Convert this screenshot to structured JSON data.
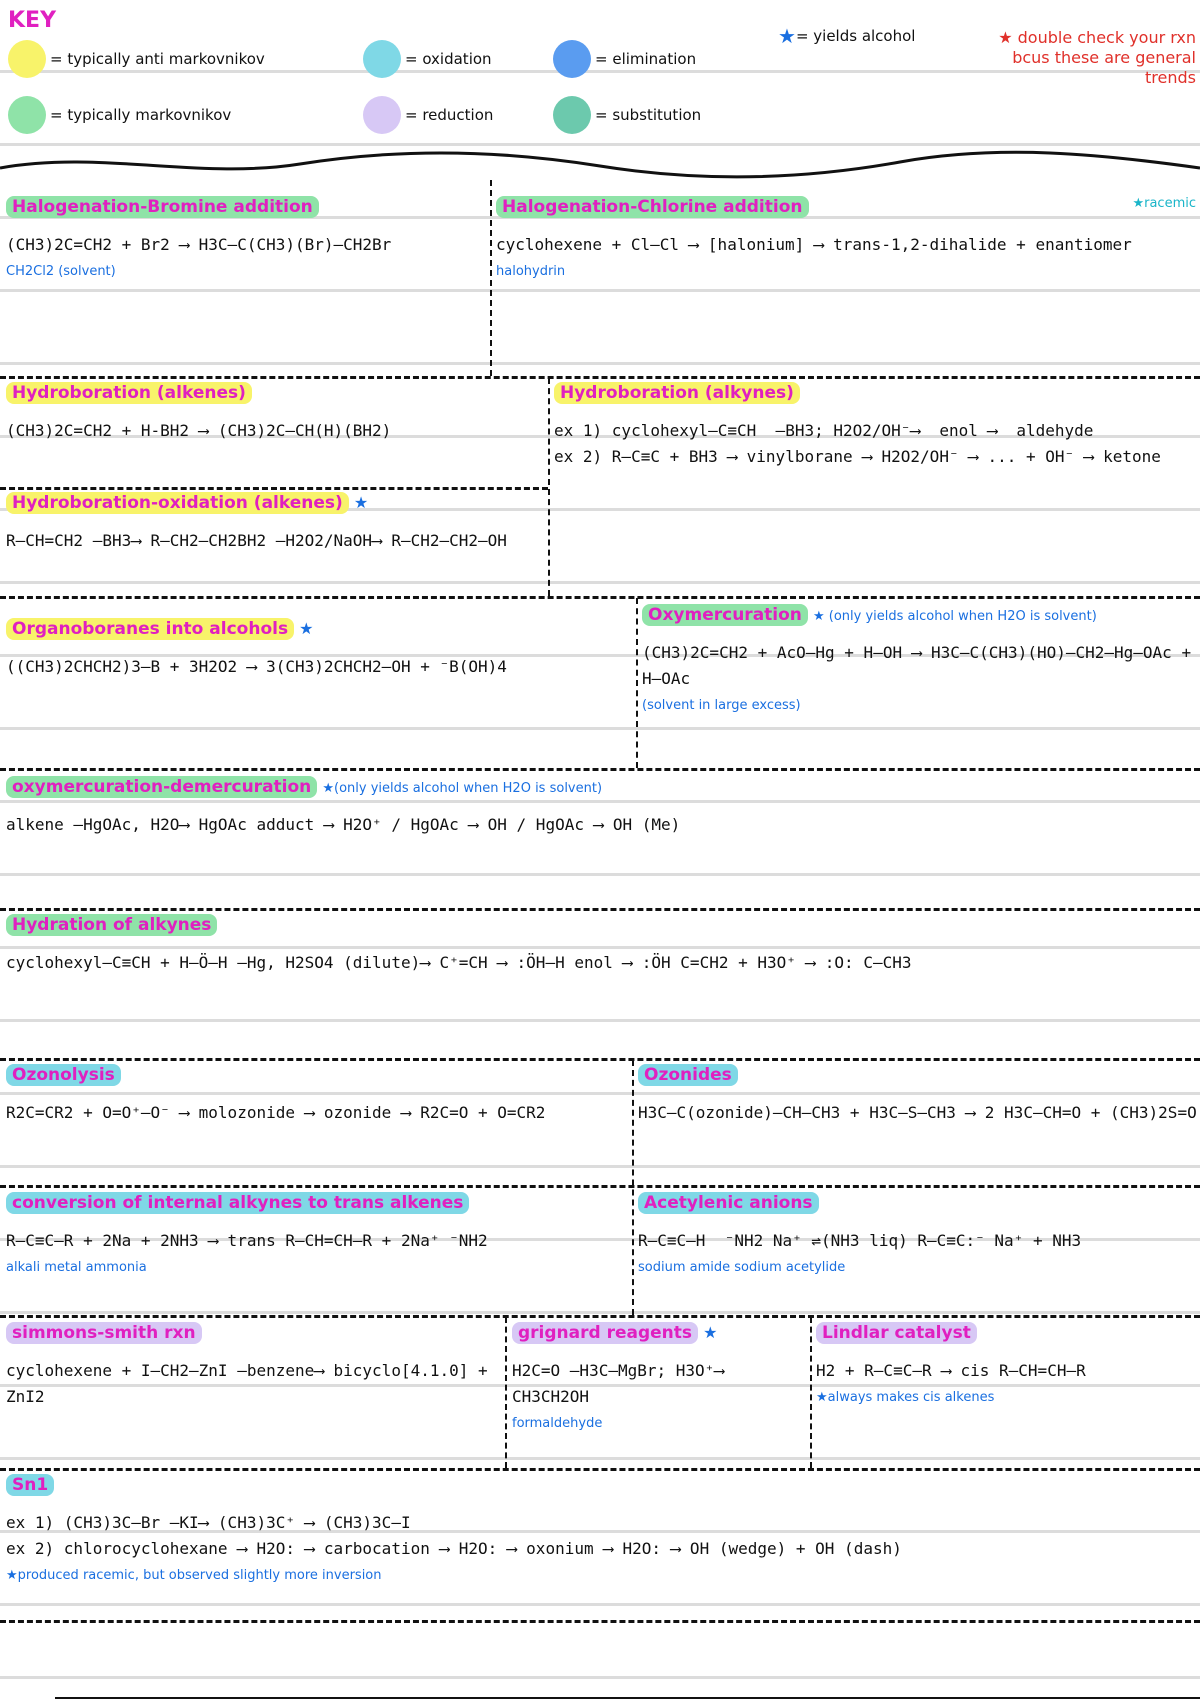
{
  "key": {
    "title": "KEY",
    "items": [
      {
        "label": "= typically anti markovnikov",
        "color": "#f8f36a"
      },
      {
        "label": "= oxidation",
        "color": "#7fd8e6"
      },
      {
        "label": "= elimination",
        "color": "#5a9cf0"
      },
      {
        "label": "= yields alcohol",
        "color": "#1a6fe0"
      },
      {
        "label": "= typically markovnikov",
        "color": "#8fe3a8"
      },
      {
        "label": "= reduction",
        "color": "#d7c8f5"
      },
      {
        "label": "= substitution",
        "color": "#6cc9ad"
      }
    ],
    "note": "★ double check your rxn bcus these are general trends"
  },
  "sections": [
    {
      "title": "Halogenation-Bromine addition",
      "eq": "(CH3)2C=CH2 + Br2 ⟶ H3C–C(CH3)(Br)–CH2Br",
      "sub": "CH2Cl2 (solvent)"
    },
    {
      "title": "Halogenation-Chlorine addition",
      "eq": "cyclohexene + Cl–Cl ⟶ [halonium] ⟶ trans-1,2-dihalide + enantiomer",
      "sub": "halohydrin",
      "extra": "★racemic"
    },
    {
      "title": "Hydroboration (alkenes)",
      "eq": "(CH3)2C=CH2 + H-BH2 ⟶ (CH3)2C–CH(H)(BH2)"
    },
    {
      "title": "Hydroboration (alkynes)",
      "eq": "ex 1) cyclohexyl–C≡CH  —BH3; H2O2/OH⁻⟶  enol ⟶  aldehyde\nex 2) R–C≡C + BH3 ⟶ vinylborane ⟶ H2O2/OH⁻ ⟶ ... + OH⁻ ⟶ ketone"
    },
    {
      "title": "Hydroboration-oxidation (alkenes)",
      "eq": "R–CH=CH2 —BH3⟶ R–CH2–CH2BH2 —H2O2/NaOH⟶ R–CH2–CH2–OH"
    },
    {
      "title": "Organoboranes into alcohols",
      "eq": "((CH3)2CHCH2)3–B + 3H2O2 ⟶ 3(CH3)2CHCH2–OH + ⁻B(OH)4"
    },
    {
      "title": "Oxymercuration",
      "note": "★ (only yields alcohol when H2O is solvent)",
      "eq": "(CH3)2C=CH2 + AcO–Hg + H–OH ⟶ H3C–C(CH3)(HO)–CH2–Hg–OAc + H–OAc",
      "sub": "(solvent in large excess)"
    },
    {
      "title": "oxymercuration-demercuration",
      "note": "★(only yields alcohol when H2O is solvent)",
      "eq": "alkene —HgOAc, H2O⟶ HgOAc adduct ⟶ H2O⁺ / HgOAc ⟶ OH / HgOAc ⟶ OH (Me)"
    },
    {
      "title": "Hydration of alkynes",
      "eq": "cyclohexyl–C≡CH + H–Ö–H —Hg, H2SO4 (dilute)⟶ C⁺=CH ⟶ :ÖH–H enol ⟶ :ÖH C=CH2 + H3O⁺ ⟶ :O: C–CH3"
    },
    {
      "title": "Ozonolysis",
      "eq": "R2C=CR2 + O=O⁺–O⁻ ⟶ molozonide ⟶ ozonide ⟶ R2C=O + O=CR2"
    },
    {
      "title": "Ozonides",
      "eq": "H3C–C(ozonide)–CH–CH3 + H3C–S–CH3 ⟶ 2 H3C–CH=O + (CH3)2S=O"
    },
    {
      "title": "conversion of internal alkynes to trans alkenes",
      "eq": "R–C≡C–R + 2Na + 2NH3 ⟶ trans R–CH=CH–R + 2Na⁺ ⁻NH2",
      "sub": "alkali metal   ammonia"
    },
    {
      "title": "Acetylenic anions",
      "eq": "R–C≡C–H  ⁻NH2 Na⁺ ⇌(NH3 liq) R–C≡C:⁻ Na⁺ + NH3",
      "sub": "sodium amide   sodium acetylide"
    },
    {
      "title": "simmons-smith rxn",
      "eq": "cyclohexene + I–CH2–ZnI —benzene⟶ bicyclo[4.1.0] + ZnI2"
    },
    {
      "title": "grignard reagents",
      "eq": "H2C=O —H3C–MgBr; H3O⁺⟶ CH3CH2OH",
      "sub": "formaldehyde"
    },
    {
      "title": "Lindlar catalyst",
      "eq": "H2 + R–C≡C–R ⟶ cis R–CH=CH–R",
      "sub": "★always makes cis alkenes"
    },
    {
      "title": "Sn1",
      "eq": "ex 1) (CH3)3C–Br —KI⟶ (CH3)3C⁺ ⟶ (CH3)3C–I\nex 2) chlorocyclohexane ⟶ H2O: ⟶ carbocation ⟶ H2O: ⟶ oxonium ⟶ H2O: ⟶ OH (wedge) + OH (dash)",
      "sub": "★produced racemic, but observed slightly more inversion"
    }
  ]
}
